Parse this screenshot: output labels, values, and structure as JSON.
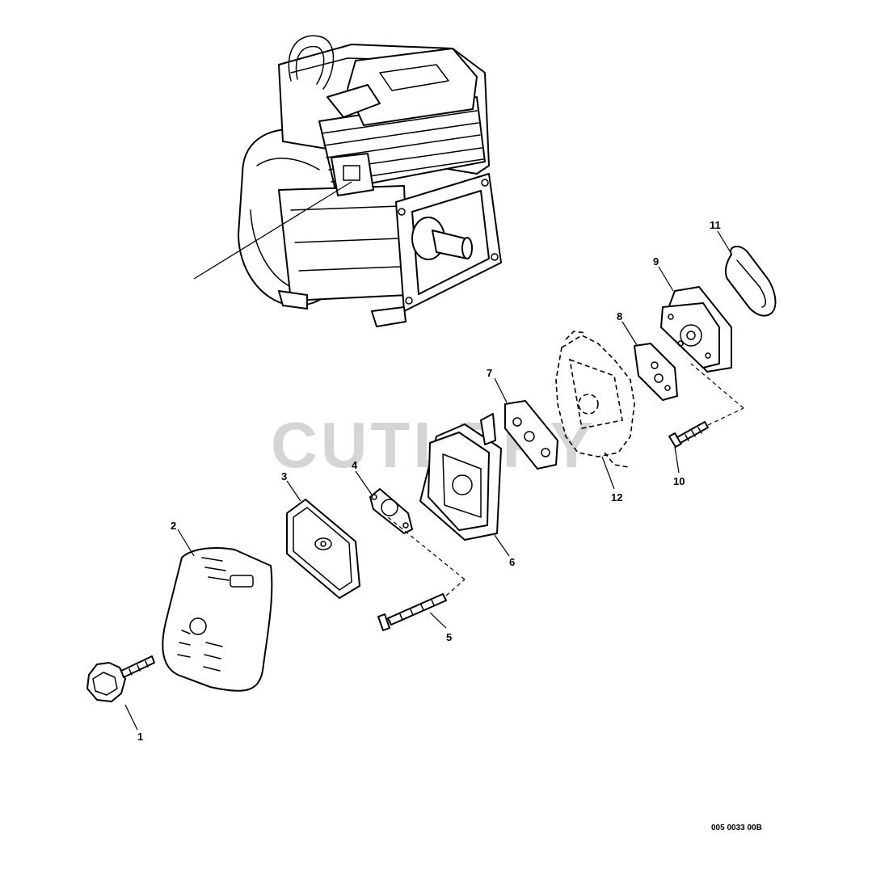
{
  "watermark": "CUTLERY",
  "reference_code": "005 0033 00B",
  "callouts": {
    "p1": "1",
    "p2": "2",
    "p3": "3",
    "p4": "4",
    "p5": "5",
    "p6": "6",
    "p7": "7",
    "p8": "8",
    "p9": "9",
    "p10": "10",
    "p11": "11",
    "p12": "12"
  }
}
